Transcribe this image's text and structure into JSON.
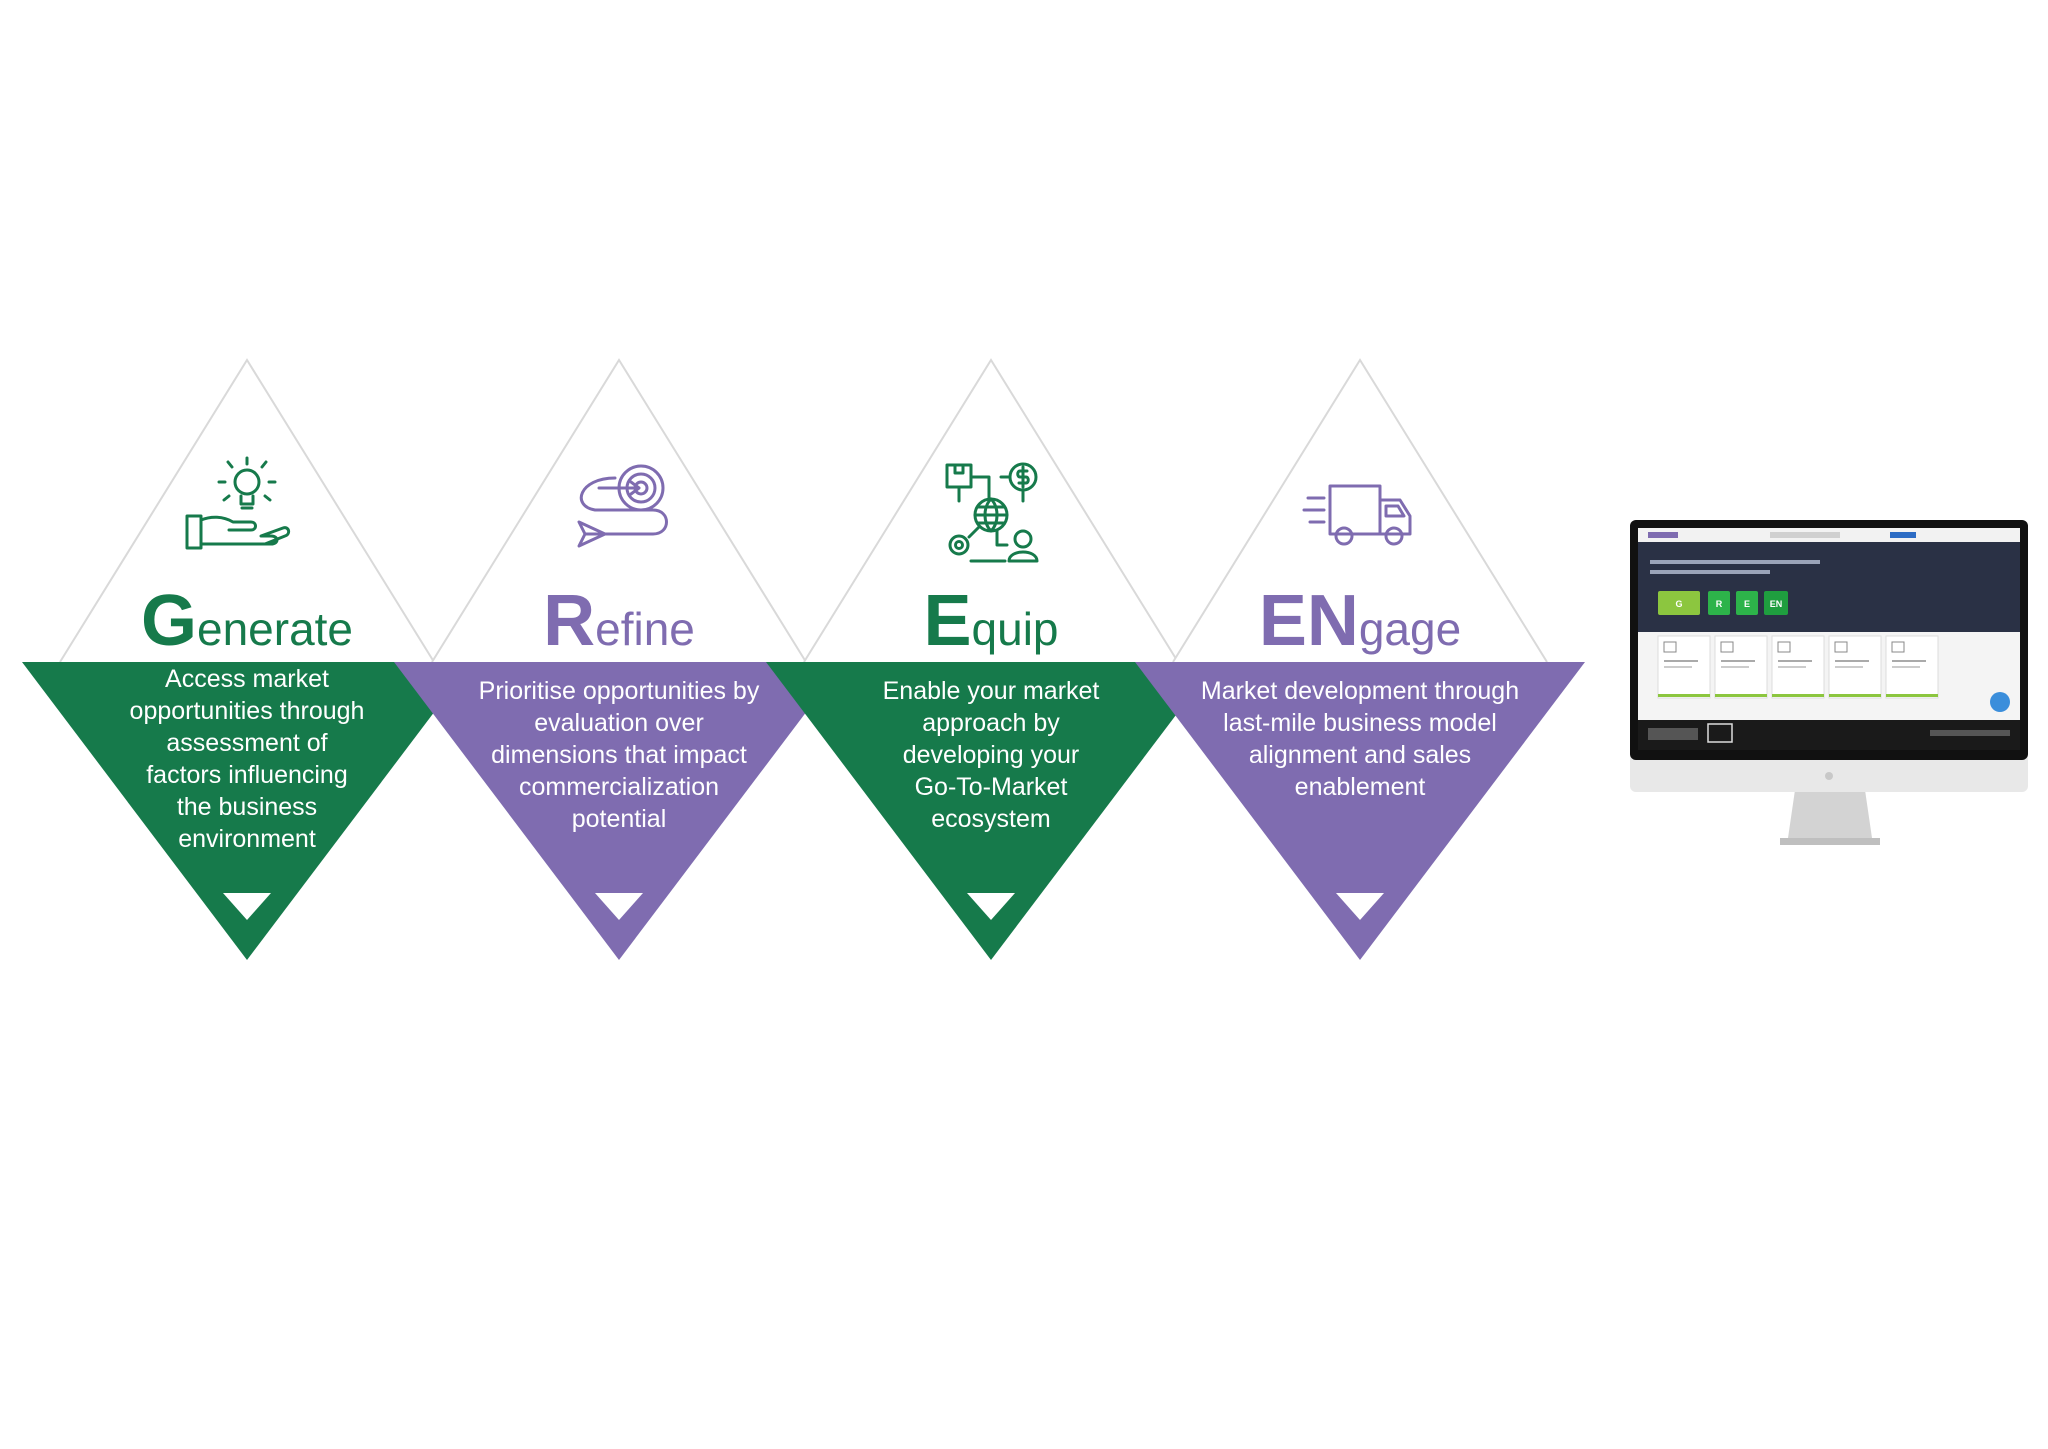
{
  "colors": {
    "green": "#167A4B",
    "purple": "#7F6CB0",
    "outline": "#D9D9D9",
    "white": "#FFFFFF"
  },
  "stages": [
    {
      "key": "generate",
      "title_initial": "G",
      "title_rest": "enerate",
      "color": "#167A4B",
      "icon": "lightbulb-hand-icon",
      "description_lines": [
        "Access market",
        "opportunities through",
        "assessment of",
        "factors influencing",
        "the business",
        "environment"
      ]
    },
    {
      "key": "refine",
      "title_initial": "R",
      "title_rest": "efine",
      "color": "#7F6CB0",
      "icon": "target-paper-plane-icon",
      "description_lines": [
        "Prioritise opportunities by",
        "evaluation over",
        "dimensions that impact",
        "commercialization",
        "potential"
      ]
    },
    {
      "key": "equip",
      "title_initial": "E",
      "title_rest": "quip",
      "color": "#167A4B",
      "icon": "globe-network-icon",
      "description_lines": [
        "Enable your market",
        "approach by",
        "developing your",
        "Go-To-Market",
        "ecosystem"
      ]
    },
    {
      "key": "engage",
      "title_initial": "EN",
      "title_rest": "gage",
      "color": "#7F6CB0",
      "icon": "delivery-truck-icon",
      "description_lines": [
        "Market development through",
        "last-mile business model",
        "alignment and sales",
        "enablement"
      ]
    }
  ],
  "monitor": {
    "icon": "desktop-monitor-icon",
    "screen_buttons": [
      "G",
      "R",
      "E",
      "EN"
    ],
    "button_colors": [
      "#8CC63F",
      "#2DB34A",
      "#2DB34A",
      "#1F9E3F"
    ]
  }
}
